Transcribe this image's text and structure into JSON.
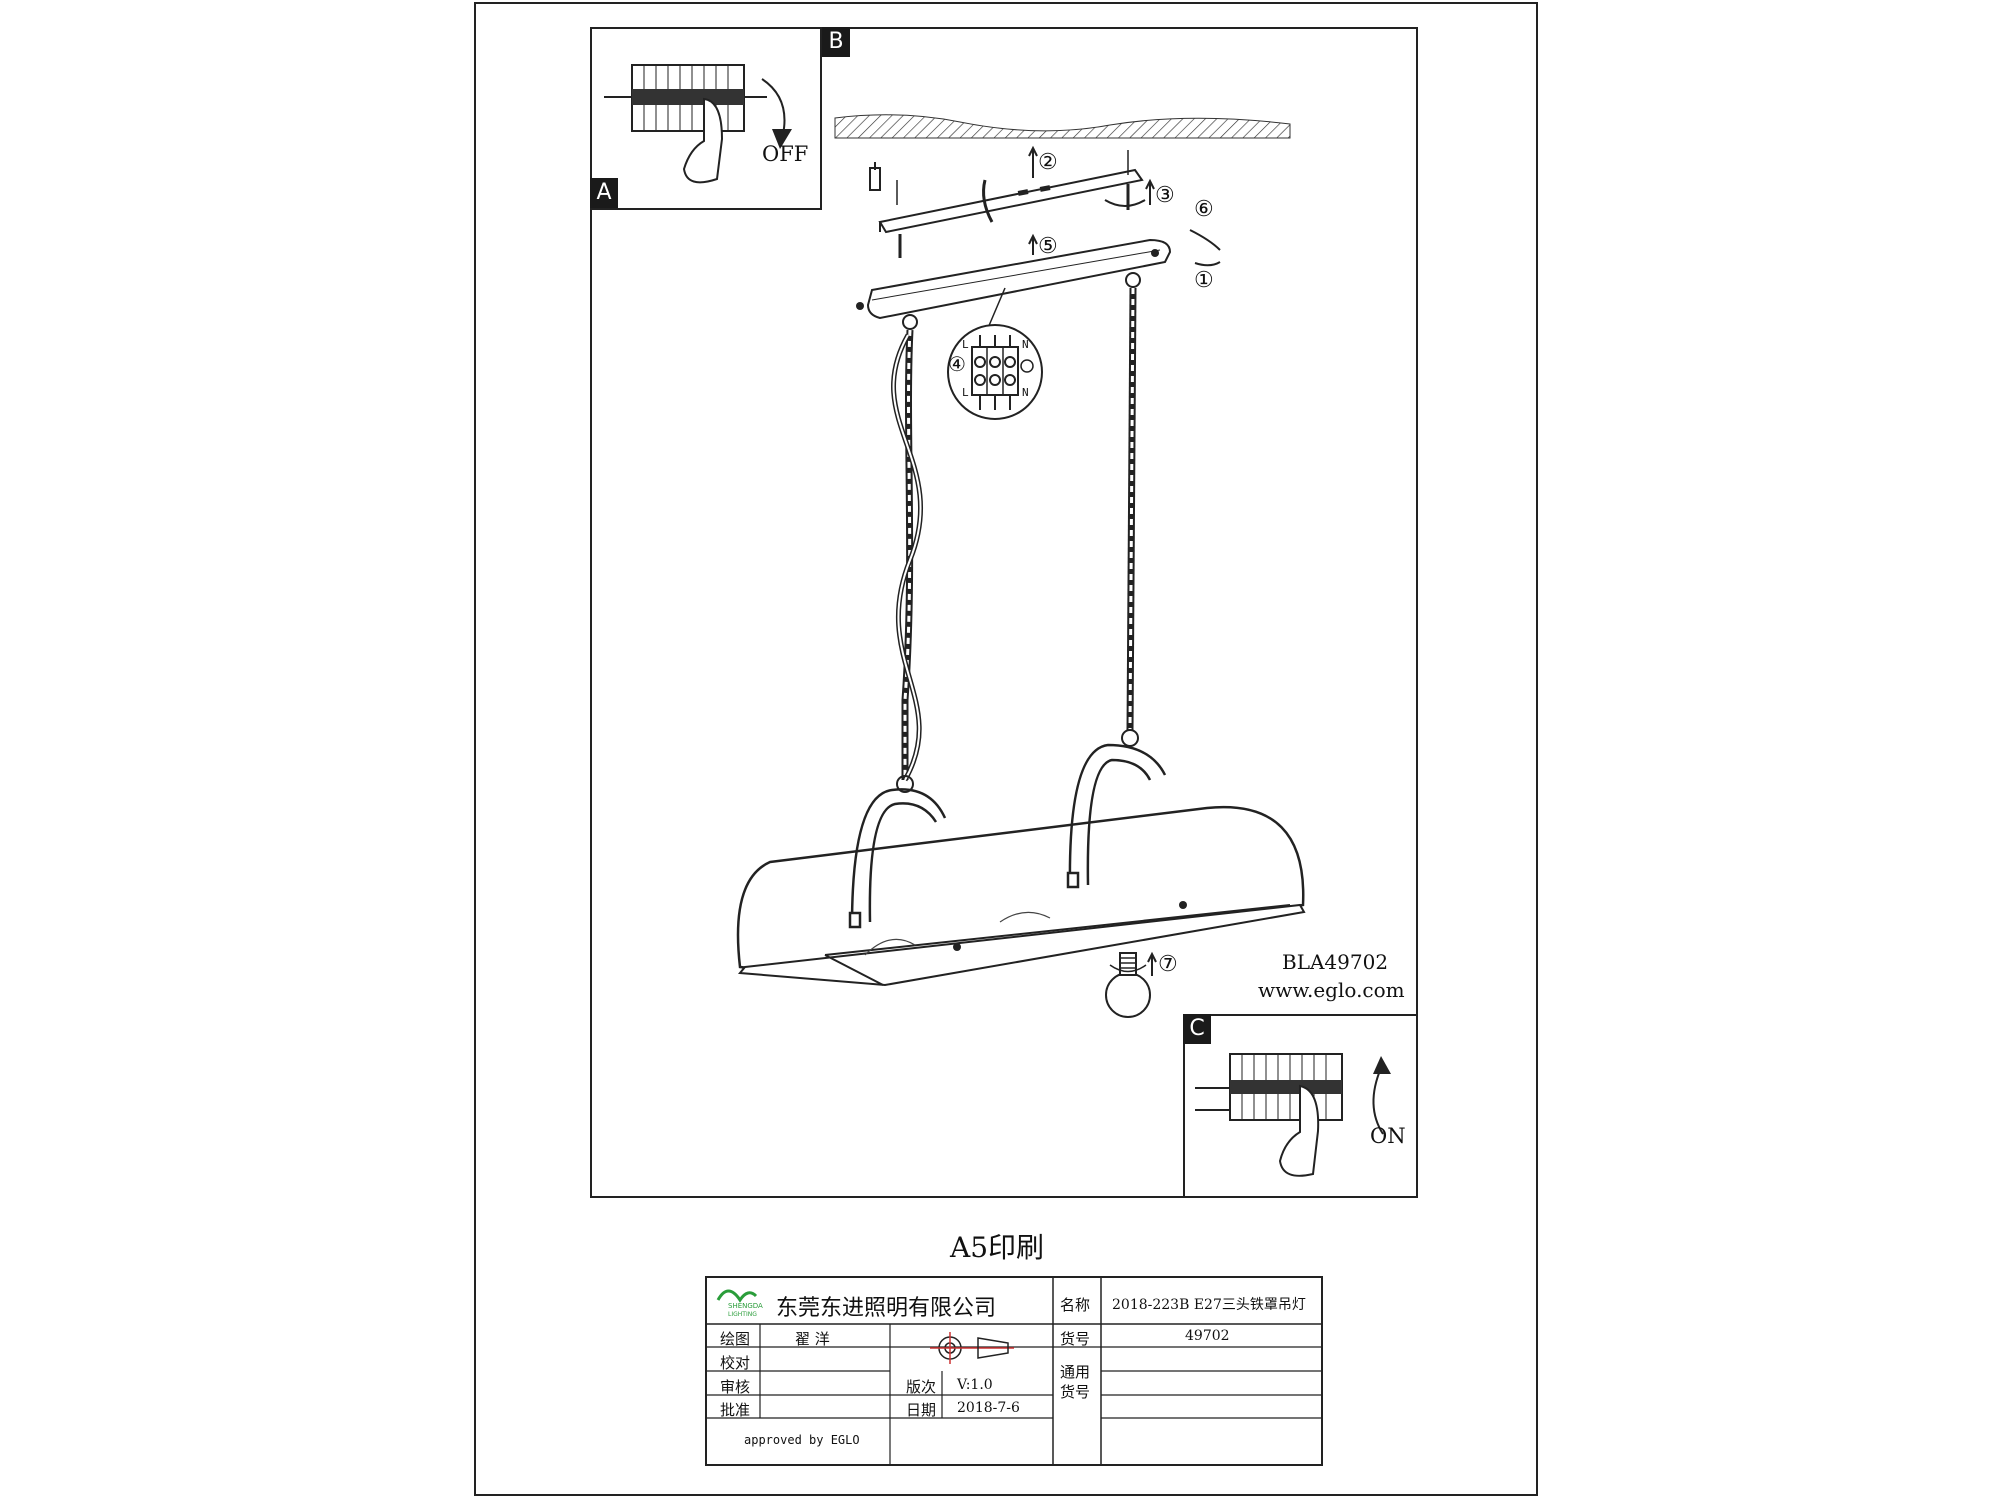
{
  "insets": {
    "panel_a_label": "A",
    "panel_b_label": "B",
    "panel_c_label": "C",
    "off_label": "OFF",
    "on_label": "ON"
  },
  "steps": [
    "①",
    "②",
    "③",
    "④",
    "⑤",
    "⑥",
    "⑦"
  ],
  "terminal": {
    "l_top": "L",
    "n_top": "N",
    "l_bottom": "L",
    "n_bottom": "N"
  },
  "product": {
    "model": "BLA49702",
    "website": "www.eglo.com"
  },
  "print_note": "A5印刷",
  "title_block": {
    "company": "东莞东进照明有限公司",
    "logo_text": [
      "SHENGDA",
      "LIGHTING"
    ],
    "name_label": "名称",
    "name_value": "2018-223B E27三头铁罩吊灯",
    "draw_label": "绘图",
    "draw_value": "翟 洋",
    "item_label": "货号",
    "item_value": "49702",
    "check_label": "校对",
    "general_item_label": "通用货号",
    "review_label": "审核",
    "version_label": "版次",
    "version_value": "V:1.0",
    "approve_label": "批准",
    "date_label": "日期",
    "date_value": "2018-7-6",
    "approved_by": "approved by EGLO"
  }
}
